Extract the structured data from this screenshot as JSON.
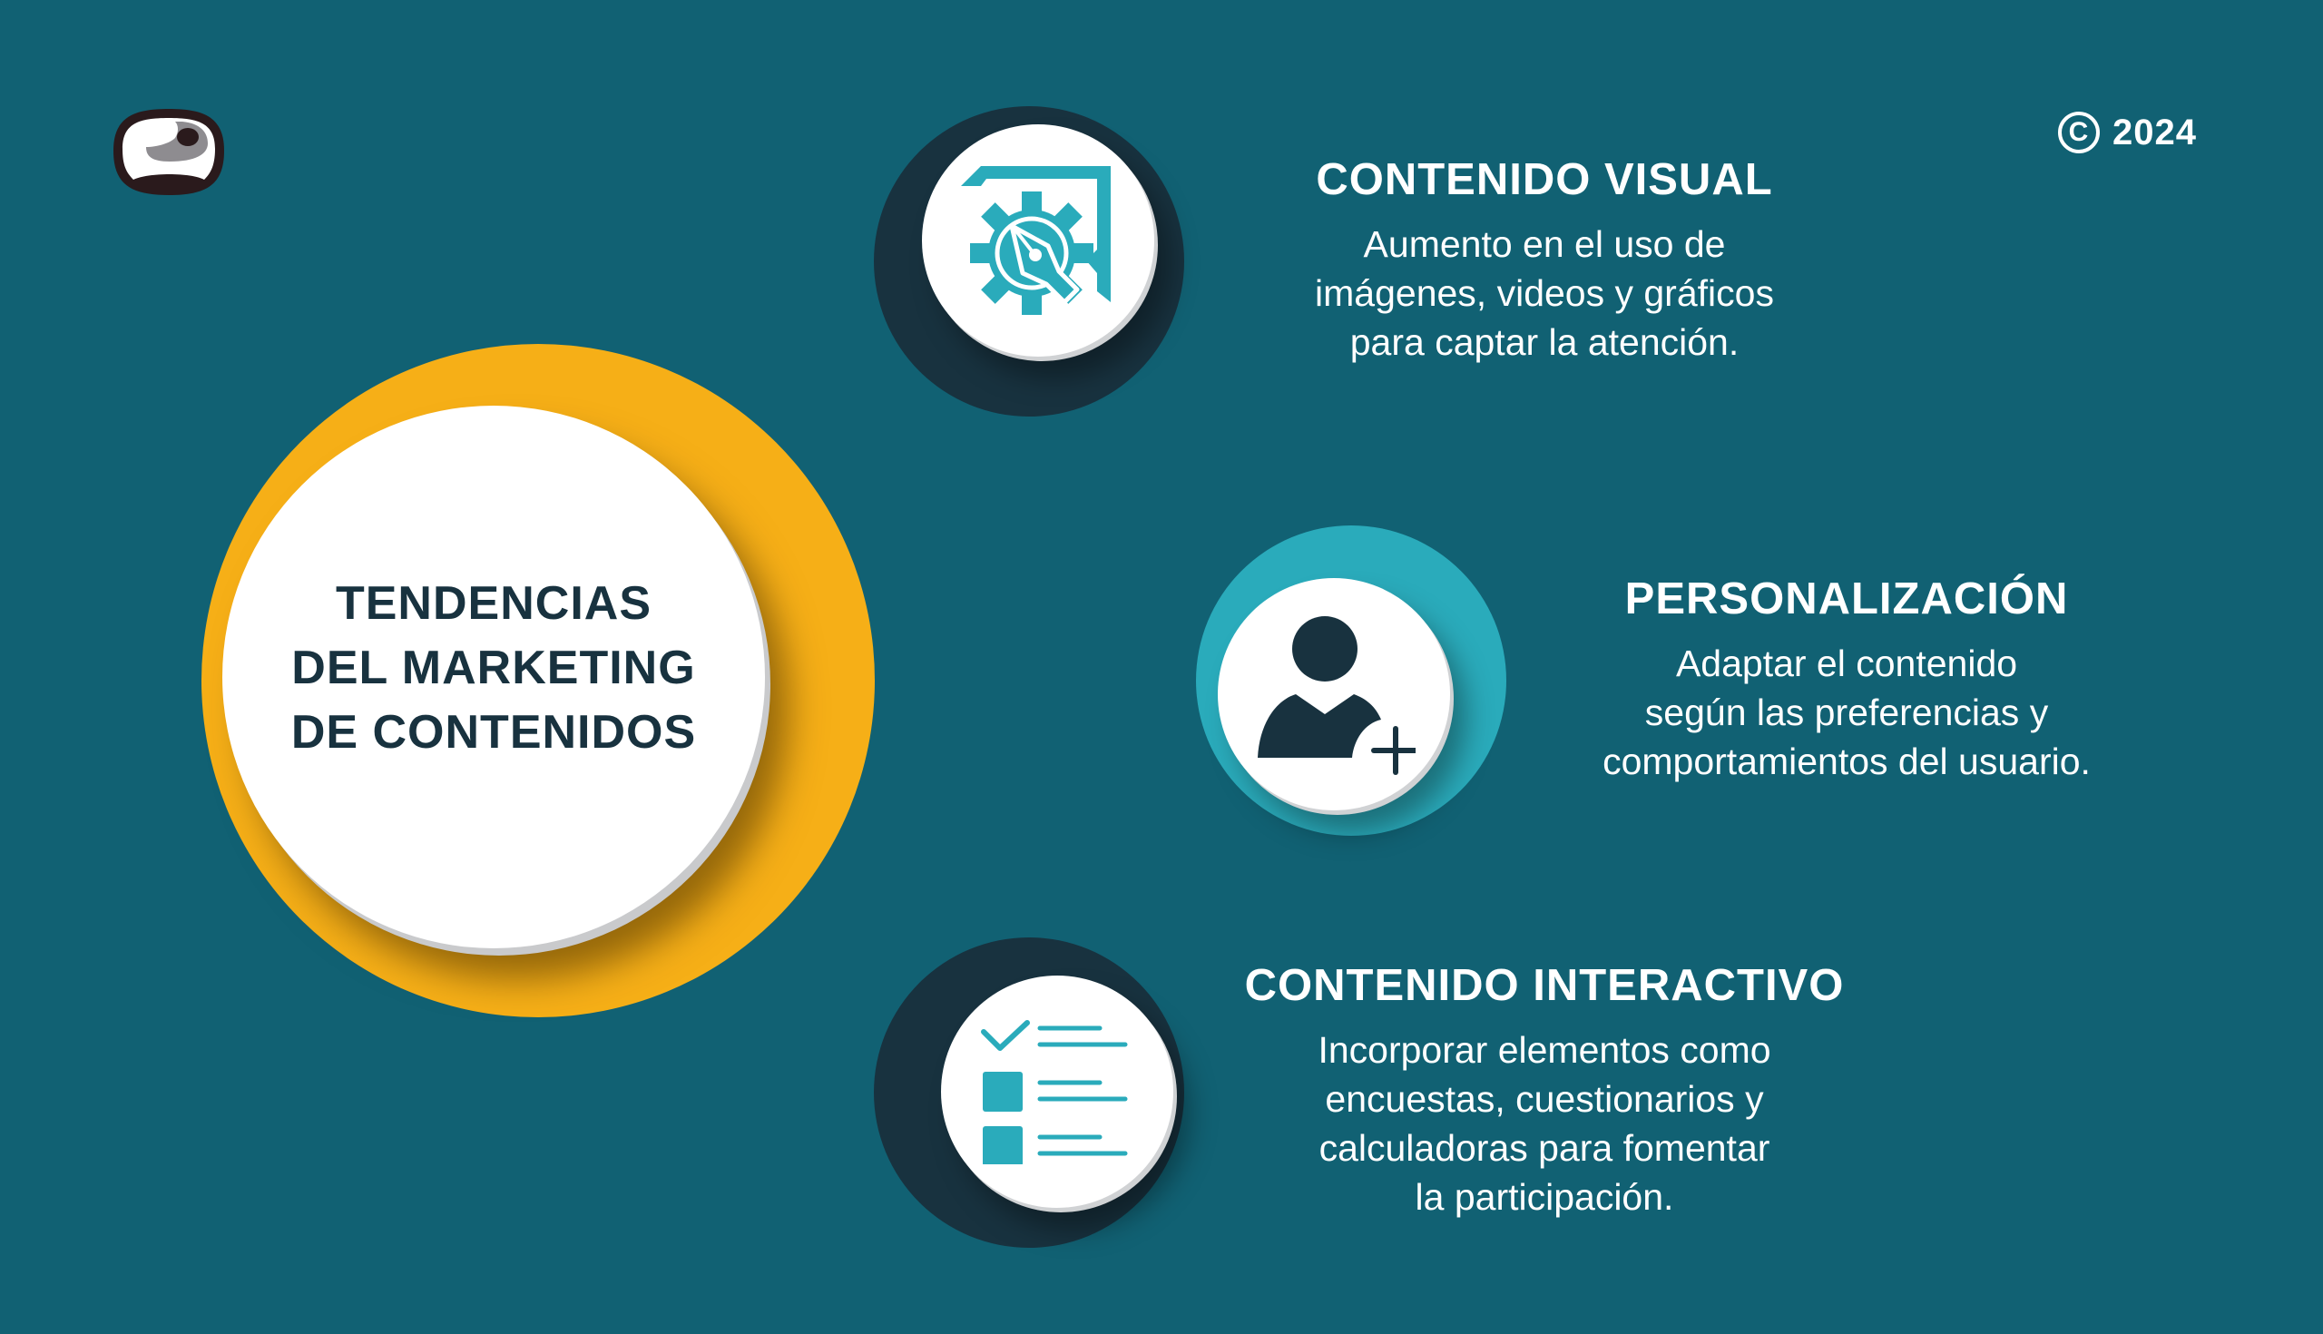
{
  "brand": {
    "logo_icon": "eye-logo-icon",
    "copyright_symbol": "C",
    "copyright_year": "2024"
  },
  "colors": {
    "background": "#116173",
    "yellow": "#F6AF17",
    "dark_navy": "#18323F",
    "accent_teal": "#2AABBB",
    "white": "#FFFFFF"
  },
  "main": {
    "title_lines": [
      "TENDENCIAS",
      "DEL MARKETING",
      "DE CONTENIDOS"
    ]
  },
  "items": [
    {
      "icon": "design-gear-pen-icon",
      "heading": "CONTENIDO VISUAL",
      "body_lines": [
        "Aumento en el uso de",
        "imágenes, videos y gráficos",
        "para captar la atención."
      ]
    },
    {
      "icon": "add-user-icon",
      "heading": "PERSONALIZACIÓN",
      "body_lines": [
        "Adaptar el contenido",
        "según las preferencias y",
        "comportamientos del usuario."
      ]
    },
    {
      "icon": "checklist-icon",
      "heading": "CONTENIDO INTERACTIVO",
      "body_lines": [
        "Incorporar elementos como",
        "encuestas, cuestionarios y",
        "calculadoras para fomentar",
        "la participación."
      ]
    }
  ]
}
